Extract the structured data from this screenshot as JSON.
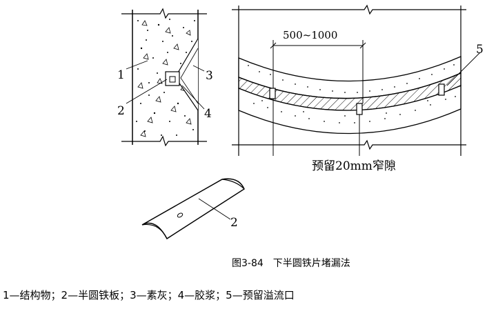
{
  "labels": {
    "n1": "1",
    "n2": "2",
    "n3": "3",
    "n4": "4",
    "n5": "5",
    "n2_plate": "2"
  },
  "dimension": "500~1000",
  "gap_note": "预留20mm窄隙",
  "caption": "图3-84　下半圆铁片堵漏法",
  "legend": "1—结构物；2—半圆铁板；3—素灰；4—胶浆；5—预留溢流口"
}
